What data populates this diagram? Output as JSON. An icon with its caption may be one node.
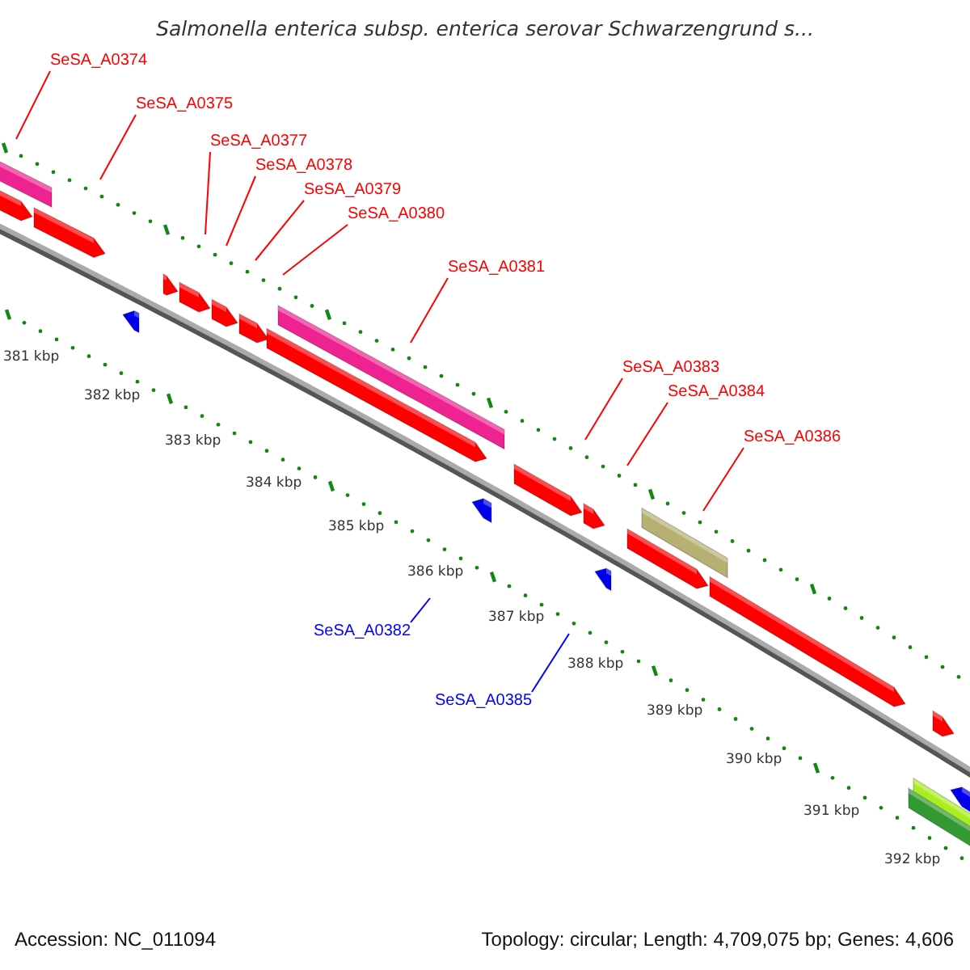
{
  "diagram": {
    "title": "Salmonella enterica subsp. enterica serovar Schwarzengrund s...",
    "nodes": [
      {
        "text": [
          "SeSA_A0374"
        ]
      },
      {
        "text": [
          "SeSA_A0375"
        ]
      },
      {
        "text": [
          "SeSA_A0377"
        ]
      },
      {
        "text": [
          "SeSA_A0378"
        ]
      },
      {
        "text": [
          "SeSA_A0379"
        ]
      },
      {
        "text": [
          "SeSA_A0380"
        ]
      },
      {
        "text": [
          "SeSA_A0381"
        ]
      },
      {
        "text": [
          "SeSA_A0383"
        ]
      },
      {
        "text": [
          "SeSA_A0384"
        ]
      },
      {
        "text": [
          "SeSA_A0386"
        ]
      },
      {
        "text": [
          "SeSA_A0382"
        ]
      },
      {
        "text": [
          "SeSA_A0385"
        ]
      }
    ],
    "edges": [
      {
        "from": 0,
        "to": null,
        "arrow": "none"
      },
      {
        "from": 1,
        "to": null,
        "arrow": "none"
      },
      {
        "from": 2,
        "to": null,
        "arrow": "none"
      },
      {
        "from": 3,
        "to": null,
        "arrow": "none"
      },
      {
        "from": 4,
        "to": null,
        "arrow": "none"
      },
      {
        "from": 5,
        "to": null,
        "arrow": "none"
      },
      {
        "from": 6,
        "to": null,
        "arrow": "none"
      },
      {
        "from": 7,
        "to": null,
        "arrow": "none"
      },
      {
        "from": 8,
        "to": null,
        "arrow": "none"
      },
      {
        "from": 9,
        "to": null,
        "arrow": "none"
      },
      {
        "from": 10,
        "to": null,
        "arrow": "none",
        "color": "#0000ff"
      },
      {
        "from": 11,
        "to": null,
        "arrow": "none",
        "color": "#0000ff"
      }
    ],
    "labels": [
      "381 kbp",
      "382 kbp",
      "383 kbp",
      "384 kbp",
      "385 kbp",
      "386 kbp",
      "387 kbp",
      "388 kbp",
      "389 kbp",
      "390 kbp",
      "391 kbp",
      "392 kbp",
      "Accession: NC_011094",
      "Topology: circular; Length: 4,709,075 bp; Genes: 4,606"
    ]
  }
}
